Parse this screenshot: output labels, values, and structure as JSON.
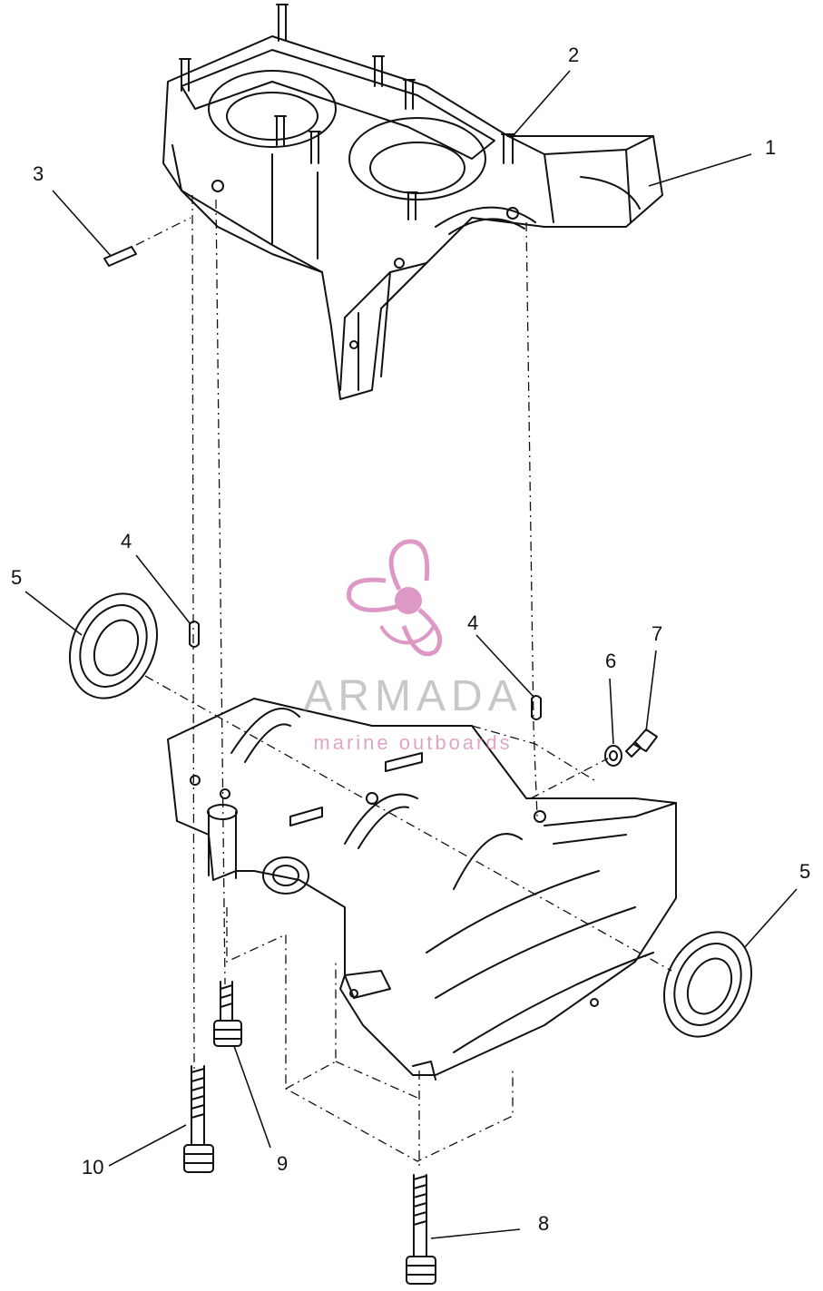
{
  "callouts": [
    "1",
    "2",
    "3",
    "4",
    "4",
    "5",
    "5",
    "6",
    "7",
    "8",
    "9",
    "10"
  ],
  "watermark": {
    "name": "ARMADA",
    "tagline": "marine outboards"
  },
  "colors": {
    "line": "#111111",
    "watermark_pink": "#d77fb8",
    "watermark_gray": "#9a9a9a"
  }
}
